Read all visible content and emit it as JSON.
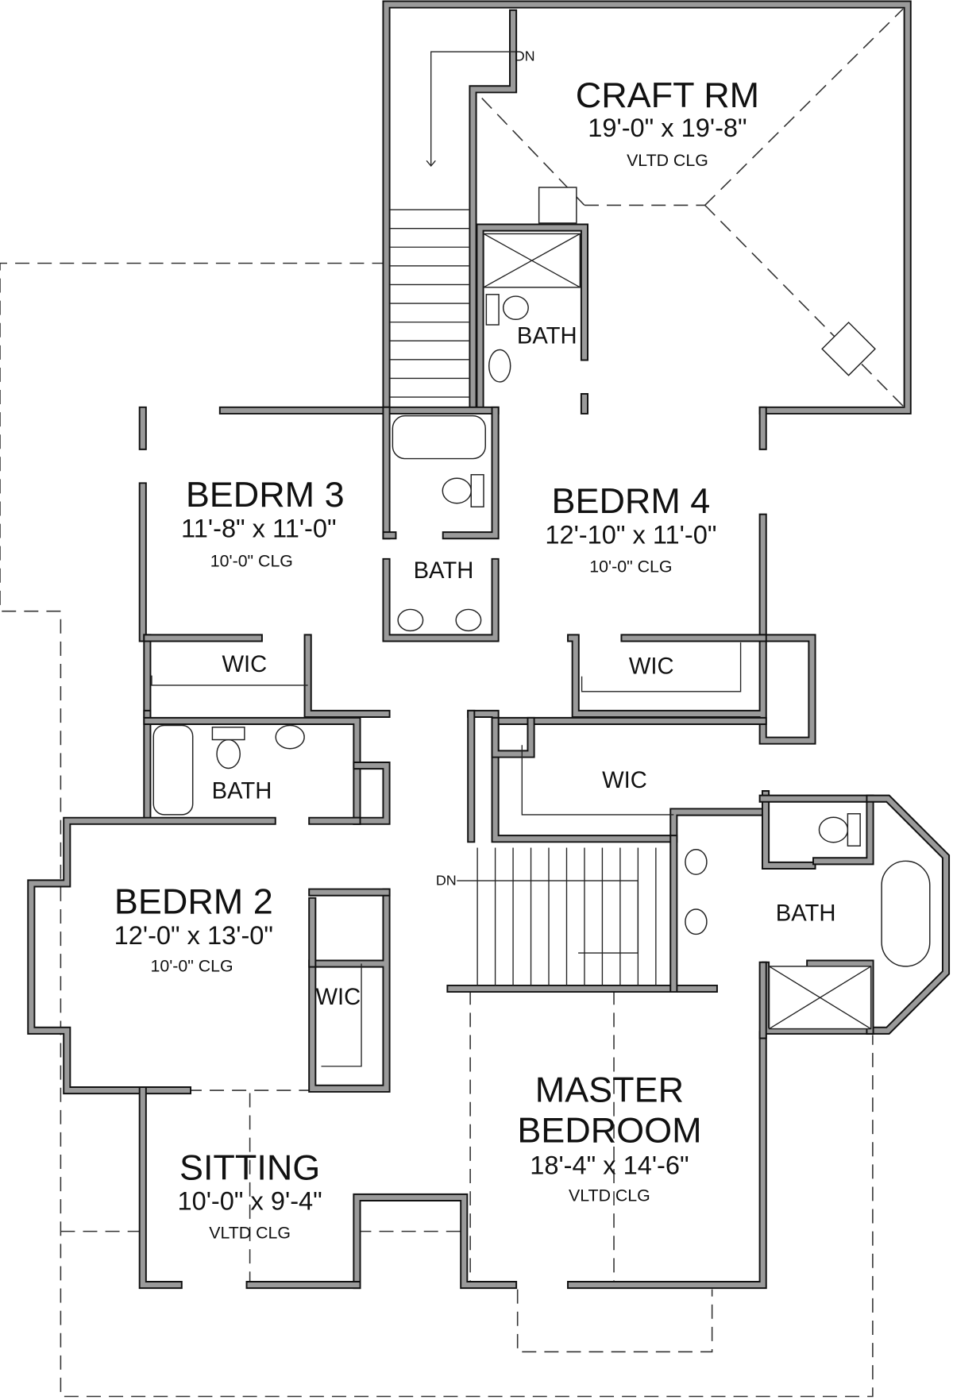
{
  "plan": {
    "rooms": [
      {
        "name": "CRAFT RM",
        "size": "19'-0\" x 19'-8\"",
        "ceiling": "VLTD CLG"
      },
      {
        "name": "BEDRM 3",
        "size": "11'-8\" x 11'-0\"",
        "ceiling": "10'-0\" CLG"
      },
      {
        "name": "BEDRM 4",
        "size": "12'-10\" x 11'-0\"",
        "ceiling": "10'-0\" CLG"
      },
      {
        "name": "BEDRM 2",
        "size": "12'-0\" x 13'-0\"",
        "ceiling": "10'-0\" CLG"
      },
      {
        "name": "SITTING",
        "size": "10'-0\" x 9'-4\"",
        "ceiling": "VLTD CLG"
      },
      {
        "name": "MASTER",
        "name2": "BEDROOM",
        "size": "18'-4\" x 14'-6\"",
        "ceiling": "VLTD CLG"
      }
    ],
    "labels": {
      "bath": "BATH",
      "wic": "WIC",
      "dn": "DN"
    }
  }
}
